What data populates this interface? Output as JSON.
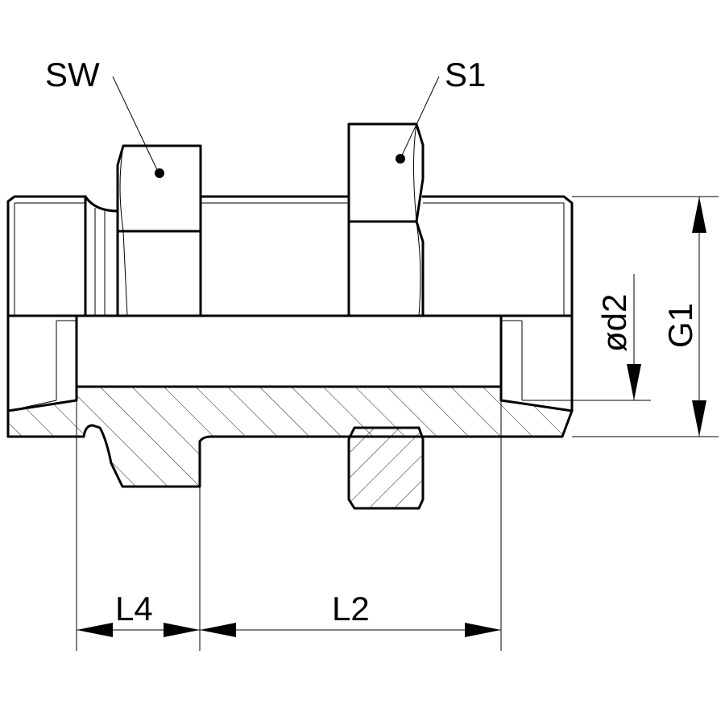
{
  "labels": {
    "sw": "SW",
    "s1": "S1",
    "d2": "ød2",
    "g1": "G1",
    "l4": "L4",
    "l2": "L2"
  },
  "colors": {
    "line": "#000000",
    "background": "#ffffff"
  }
}
